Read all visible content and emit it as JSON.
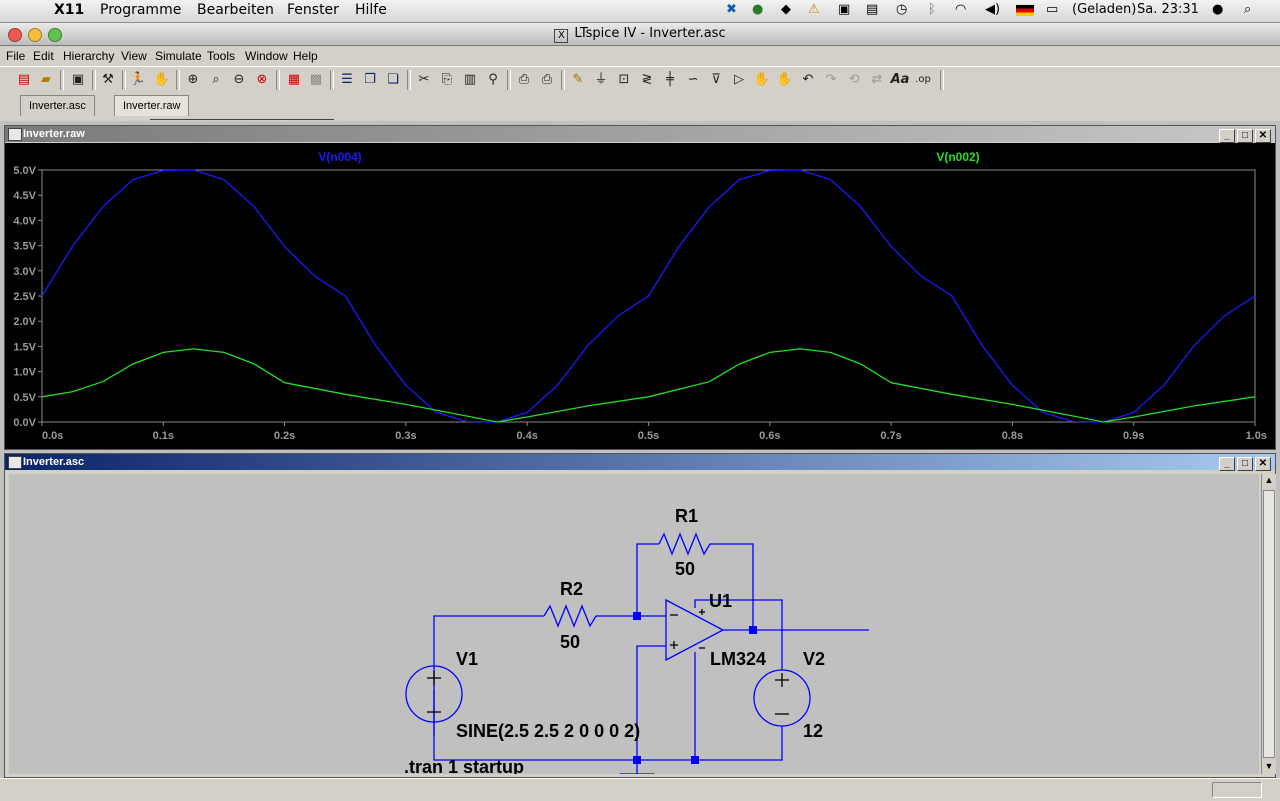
{
  "mac_menubar": {
    "app": "X11",
    "items": [
      "Programme",
      "Bearbeiten",
      "Fenster",
      "Hilfe"
    ],
    "battery": "(Geladen)",
    "clock": "Sa. 23:31"
  },
  "window": {
    "title": "LTspice IV - Inverter.asc"
  },
  "menu": [
    "File",
    "Edit",
    "Hierarchy",
    "View",
    "Simulate",
    "Tools",
    "Window",
    "Help"
  ],
  "toolbar": {
    "buttons": [
      "new-schematic",
      "open",
      "save",
      "control-panel",
      "run",
      "halt",
      "zoom-area",
      "zoom-in",
      "zoom-out",
      "zoom-fit",
      "autorange",
      "add-plot-pane",
      "tile-horizontal",
      "tile-vertical",
      "cascade",
      "cut",
      "copy",
      "paste",
      "find",
      "print-preview",
      "print",
      "draw-wire",
      "ground",
      "label-net",
      "resistor",
      "capacitor",
      "inductor",
      "diode",
      "component",
      "move",
      "drag",
      "undo",
      "redo",
      "rotate",
      "mirror",
      "text",
      "spice-directive"
    ]
  },
  "tabs": [
    {
      "label": "Inverter.asc",
      "active": false
    },
    {
      "label": "Inverter.raw",
      "active": true
    }
  ],
  "plot_window": {
    "title": "Inverter.raw"
  },
  "schematic_window": {
    "title": "Inverter.asc"
  },
  "chart_data": {
    "type": "line",
    "background": "#000000",
    "xlim": [
      0,
      1.0
    ],
    "ylim": [
      0,
      5.0
    ],
    "x_ticks": [
      "0.0s",
      "0.1s",
      "0.2s",
      "0.3s",
      "0.4s",
      "0.5s",
      "0.6s",
      "0.7s",
      "0.8s",
      "0.9s",
      "1.0s"
    ],
    "y_ticks": [
      "0.0V",
      "0.5V",
      "1.0V",
      "1.5V",
      "2.0V",
      "2.5V",
      "3.0V",
      "3.5V",
      "4.0V",
      "4.5V",
      "5.0V"
    ],
    "series": [
      {
        "name": "V(n004)",
        "color": "#1a1aff",
        "x": [
          0,
          0.025,
          0.05,
          0.075,
          0.1,
          0.125,
          0.15,
          0.175,
          0.2,
          0.225,
          0.25,
          0.275,
          0.3,
          0.325,
          0.35,
          0.375,
          0.4,
          0.425,
          0.45,
          0.475,
          0.5,
          0.525,
          0.55,
          0.575,
          0.6,
          0.625,
          0.65,
          0.675,
          0.7,
          0.725,
          0.75,
          0.775,
          0.8,
          0.825,
          0.85,
          0.875,
          0.9,
          0.925,
          0.95,
          0.975,
          1.0
        ],
        "y": [
          2.5,
          3.48,
          4.27,
          4.81,
          4.99,
          5.0,
          4.81,
          4.27,
          3.48,
          2.89,
          2.5,
          1.52,
          0.73,
          0.19,
          0.01,
          0.0,
          0.19,
          0.73,
          1.52,
          2.11,
          2.5,
          3.48,
          4.27,
          4.81,
          4.99,
          5.0,
          4.81,
          4.27,
          3.48,
          2.89,
          2.5,
          1.52,
          0.73,
          0.19,
          0.01,
          0.0,
          0.19,
          0.73,
          1.52,
          2.11,
          2.5
        ]
      },
      {
        "name": "V(n002)",
        "color": "#22dd22",
        "x": [
          0,
          0.025,
          0.05,
          0.075,
          0.1,
          0.125,
          0.15,
          0.175,
          0.2,
          0.25,
          0.3,
          0.35,
          0.375,
          0.4,
          0.45,
          0.5,
          0.55,
          0.575,
          0.6,
          0.625,
          0.65,
          0.675,
          0.7,
          0.75,
          0.8,
          0.85,
          0.875,
          0.9,
          0.95,
          1.0
        ],
        "y": [
          0.5,
          0.6,
          0.8,
          1.15,
          1.38,
          1.45,
          1.38,
          1.15,
          0.78,
          0.55,
          0.35,
          0.12,
          0.0,
          0.1,
          0.32,
          0.5,
          0.8,
          1.15,
          1.38,
          1.45,
          1.38,
          1.15,
          0.78,
          0.55,
          0.35,
          0.12,
          0.0,
          0.1,
          0.32,
          0.5
        ]
      }
    ]
  },
  "schematic": {
    "r1": {
      "name": "R1",
      "value": "50"
    },
    "r2": {
      "name": "R2",
      "value": "50"
    },
    "u1": {
      "name": "U1",
      "model": "LM324"
    },
    "v1": {
      "name": "V1",
      "value": "SINE(2.5 2.5 2 0 0 0 2)"
    },
    "v2": {
      "name": "V2",
      "value": "12"
    },
    "directive": ".tran 1 startup"
  }
}
